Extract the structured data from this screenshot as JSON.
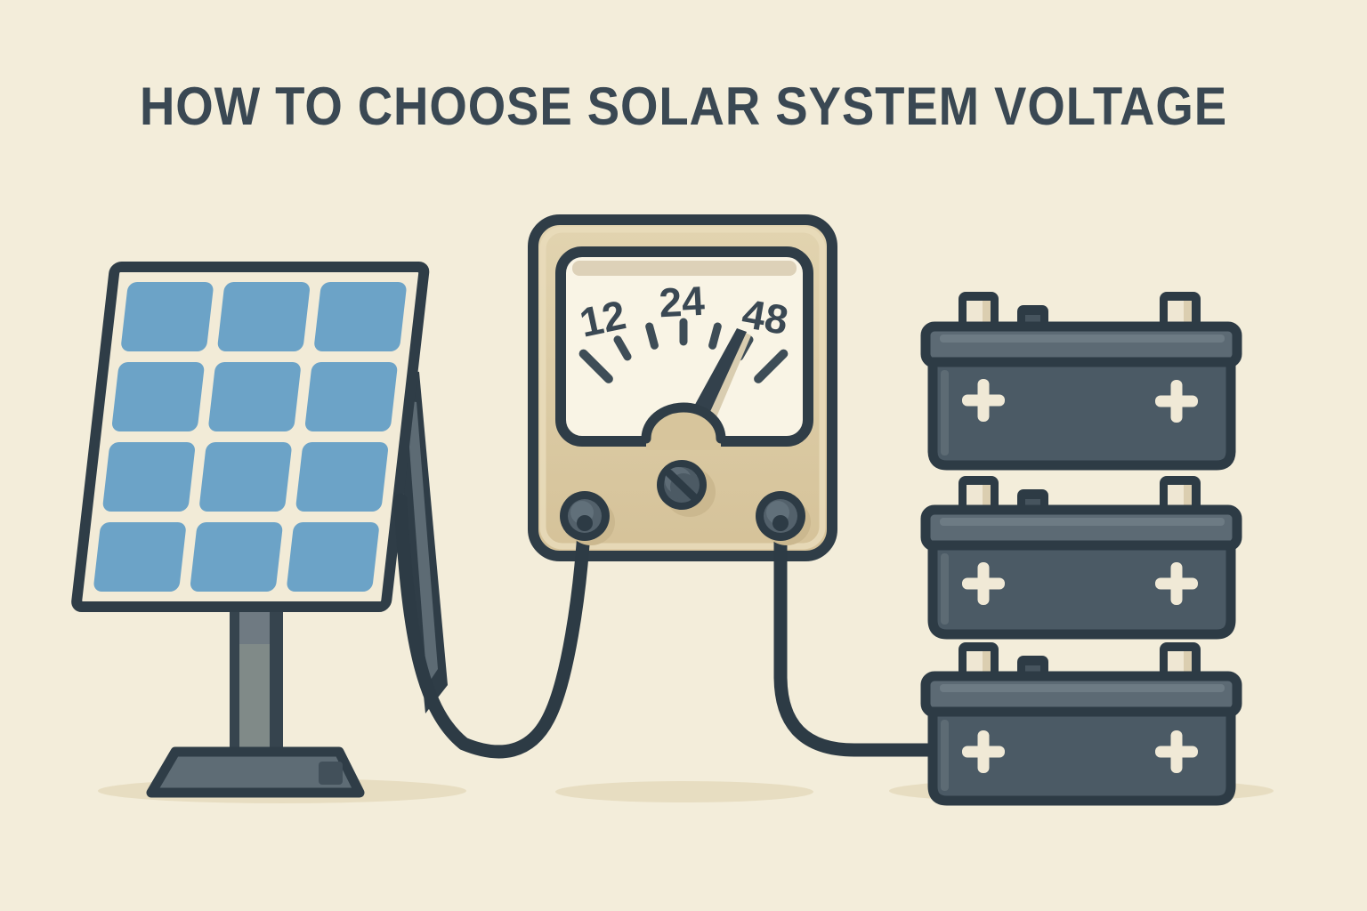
{
  "title": "HOW TO CHOOSE SOLAR SYSTEM VOLTAGE",
  "scene": {
    "solar_panel": {
      "label": "solar panel on stand",
      "cell_rows": 4,
      "cell_columns": 3,
      "cell_count": 12
    },
    "voltmeter": {
      "label": "analog voltage meter",
      "scale_labels": [
        "12",
        "24",
        "48"
      ],
      "tick_count": 7,
      "needle_points_toward": "48",
      "terminal_count": 2
    },
    "battery_bank": {
      "label": "stack of batteries",
      "count": 3,
      "polarity_symbol": "+",
      "positive_marks_per_battery": 2,
      "terminals_per_battery": 2
    },
    "wires": {
      "left_wire": "solar panel to meter left terminal",
      "right_wire": "meter right terminal to bottom battery"
    }
  },
  "icons": {
    "plus_icon": "battery-positive",
    "knob_icon": "meter-adjust-knob",
    "terminal_icon": "meter-terminal-post"
  },
  "colors": {
    "background": "#f3edda",
    "outline_dark": "#2d3b45",
    "title_text": "#3a4853",
    "panel_cell_blue": "#6ca3c7",
    "panel_frame_cream": "#f2ebd7",
    "meter_body_tan": "#d8c69e",
    "dial_face_cream": "#f9f4e5",
    "battery_body_gray": "#4b5a65",
    "battery_lid_gray": "#5c6a74",
    "plus_cream": "#f0e9d6",
    "stand_gray": "#5e6c75",
    "shadow_tan": "#e7ddc1"
  }
}
